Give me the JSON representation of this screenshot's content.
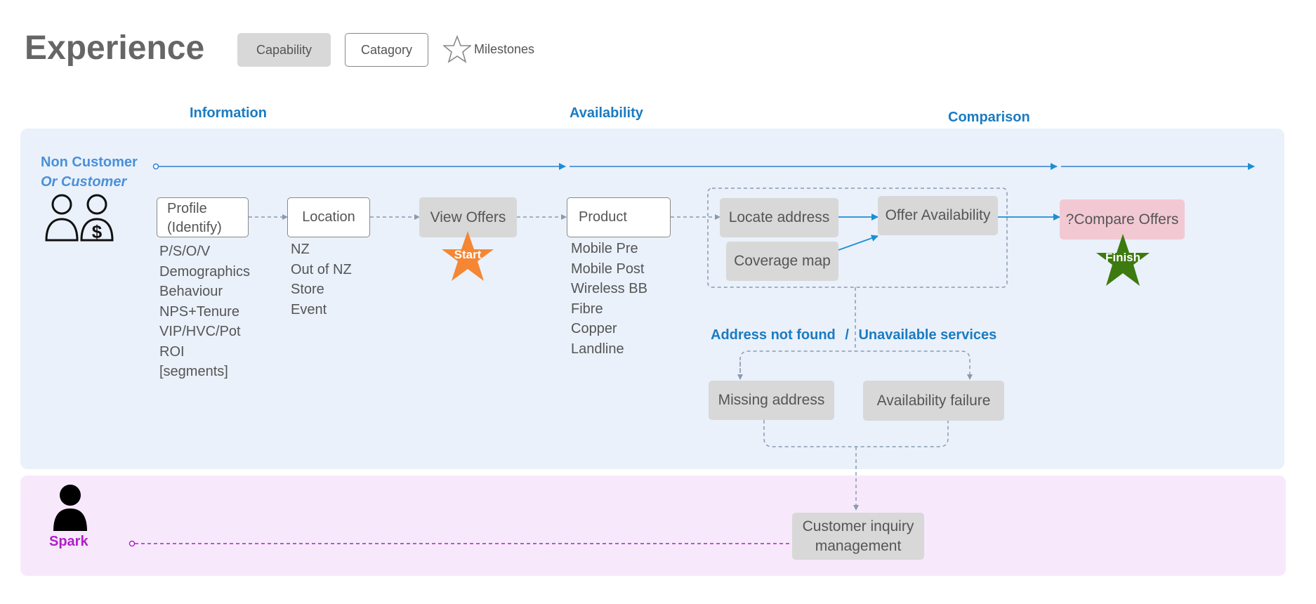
{
  "header": {
    "title": "Experience",
    "legend": {
      "capability": "Capability",
      "category": "Catagory",
      "milestones": "Milestones"
    }
  },
  "stages": {
    "information": "Information",
    "availability": "Availability",
    "comparison": "Comparison"
  },
  "personas": {
    "customer_line1": "Non Customer",
    "customer_line2": "Or Customer",
    "spark": "Spark"
  },
  "steps": {
    "profile": "Profile (Identify)",
    "location": "Location",
    "view_offers": "View Offers",
    "product": "Product",
    "locate_address": "Locate address",
    "coverage_map": "Coverage map",
    "offer_availability": "Offer Availability",
    "compare_offers": "?Compare Offers",
    "missing_address": "Missing address",
    "availability_failure": "Availability failure",
    "customer_inquiry": "Customer inquiry management"
  },
  "milestones": {
    "start": "Start",
    "finish": "Finish"
  },
  "lists": {
    "profile": [
      "P/S/O/V",
      "Demographics",
      "Behaviour",
      "NPS+Tenure",
      "VIP/HVC/Pot",
      "ROI",
      "[segments]"
    ],
    "location": [
      "NZ",
      "Out of NZ",
      "Store",
      "Event"
    ],
    "product": [
      "Mobile Pre",
      "Mobile Post",
      "Wireless BB",
      "Fibre",
      "Copper",
      "Landline"
    ]
  },
  "branch": {
    "address_not_found": "Address not found",
    "separator": "/",
    "unavailable_services": "Unavailable services"
  },
  "colors": {
    "stage_blue": "#1a7bc2",
    "persona_blue": "#4a90d9",
    "spark_purple": "#b01fc9",
    "capability_grey": "#d8d8d8",
    "milestone_pink": "#f2c9d3",
    "start_orange": "#f58634",
    "finish_green": "#3d7a0f",
    "band_blue": "#eaf1fb",
    "band_pink": "#f7e9fb"
  },
  "icons": [
    "person-outline-icon",
    "person-dollar-icon",
    "person-solid-icon",
    "star-outline-icon",
    "start-star-icon",
    "finish-star-icon"
  ]
}
